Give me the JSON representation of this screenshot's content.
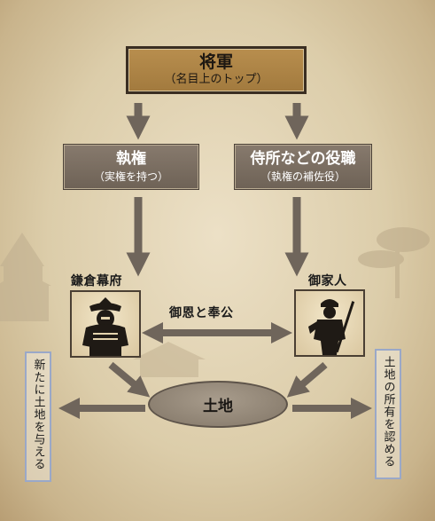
{
  "shogun": {
    "title": "将軍",
    "subtitle": "（名目上のトップ）"
  },
  "shikken": {
    "title": "執権",
    "subtitle": "（実権を持つ）"
  },
  "samurai_dokoro": {
    "title": "侍所などの役職",
    "subtitle": "（執権の補佐役）"
  },
  "kamakura_bakufu": {
    "label": "鎌倉幕府"
  },
  "gokenin": {
    "label": "御家人"
  },
  "relationship": {
    "label": "御恩と奉公"
  },
  "land": {
    "label": "土地"
  },
  "left_note": {
    "text": "新たに土地を与える"
  },
  "right_note": {
    "text": "土地の所有を認める"
  },
  "colors": {
    "shogun_box": "#a98444",
    "grey_box": "#776a5e",
    "arrow": "#6f655b",
    "land": "#958979",
    "note_border": "#9aa8c8"
  }
}
